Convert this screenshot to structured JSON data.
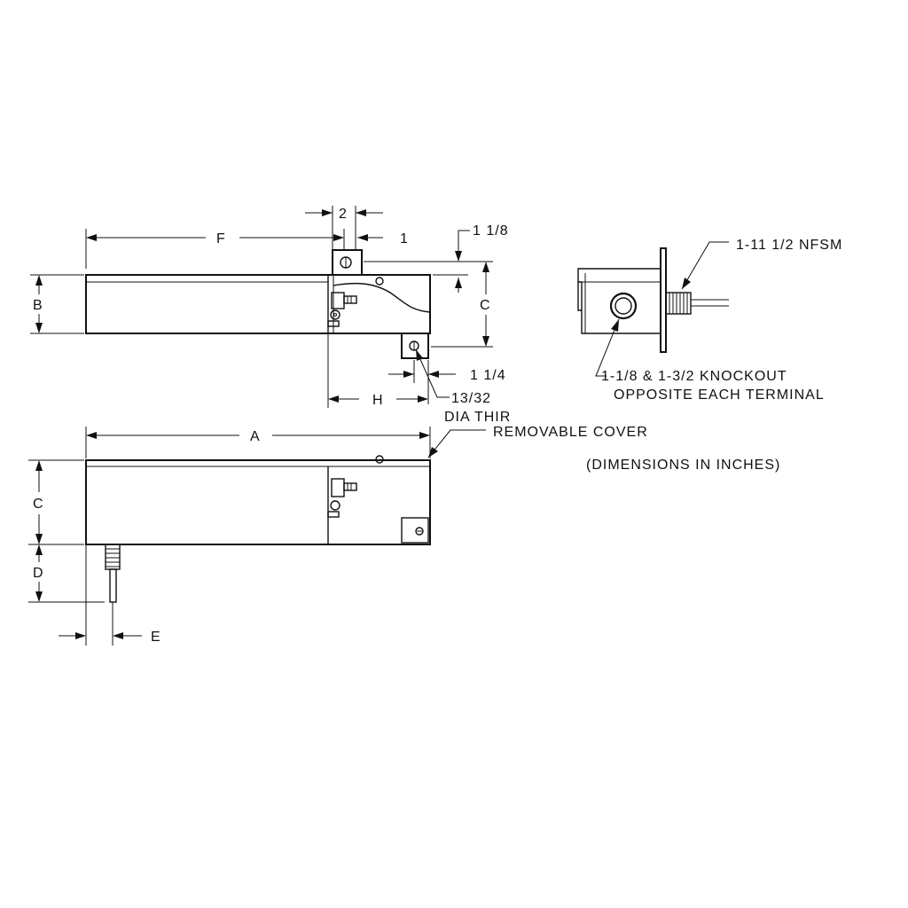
{
  "labels": {
    "dim_2": "2",
    "dim_f": "F",
    "dim_1": "1",
    "dim_1_1_8": "1 1/8",
    "dim_b": "B",
    "dim_c_top": "C",
    "dim_1_1_4": "1 1/4",
    "dim_h": "H",
    "dim_13_32": "13/32",
    "dia_thir": "DIA THIR",
    "dim_a": "A",
    "removable_cover": "REMOVABLE COVER",
    "dim_c_bottom": "C",
    "dim_d": "D",
    "dim_e": "E",
    "nfsm": "1-11 1/2 NFSM",
    "knockout_line1": "1-1/8 & 1-3/2 KNOCKOUT",
    "knockout_line2": "OPPOSITE EACH TERMINAL",
    "units_note": "(DIMENSIONS IN INCHES)"
  }
}
